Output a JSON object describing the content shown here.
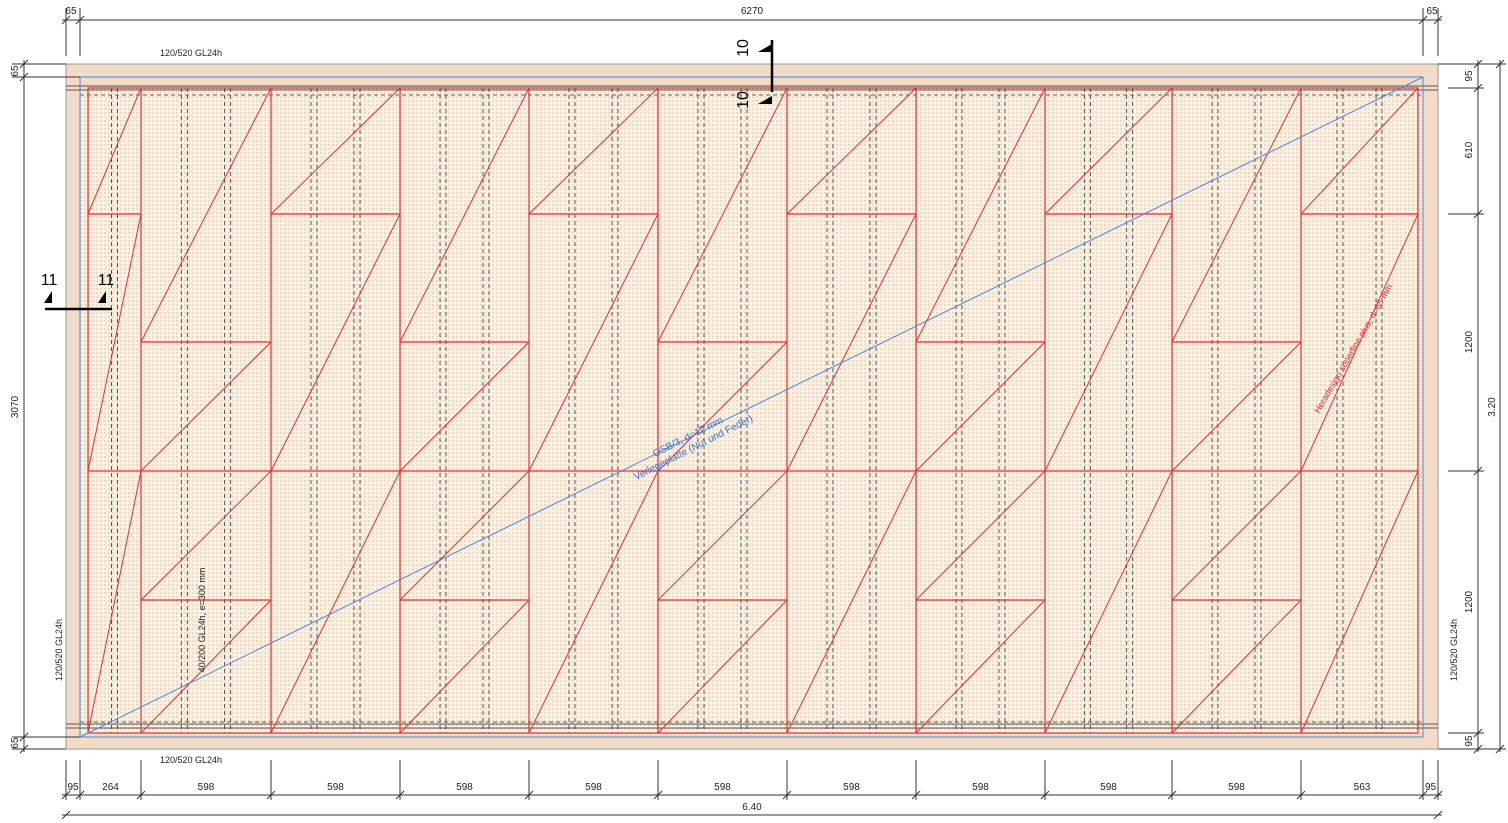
{
  "top_dimension": {
    "left_edge": "65",
    "total": "6270",
    "right_edge": "65"
  },
  "left_dimension": {
    "top": "65",
    "total": "3070",
    "bottom": "65"
  },
  "right_dimension": {
    "segments": [
      "95",
      "610",
      "1200",
      "1200"
    ],
    "total": "3.20",
    "bottom": "95"
  },
  "bottom_dimension": {
    "segments": [
      "95",
      "264",
      "598",
      "598",
      "598",
      "598",
      "598",
      "598",
      "598",
      "598",
      "598",
      "563",
      "95"
    ],
    "total": "6.40"
  },
  "beam_labels": {
    "top": "120/520 GL24h",
    "bottom": "120/520 GL24h",
    "left": "120/520 GL24h",
    "right": "120/520 GL24h"
  },
  "joist_label": "40/200 GL24h, e=300 mm",
  "osb_label": {
    "line1": "OSB/3, d=12 mm",
    "line2": "Verlegeplatte (Nut und Feder)"
  },
  "heradesign_label": "Heradesign superfine plus, d=65 mm",
  "section_markers": {
    "top_a": "10",
    "top_b": "10",
    "left_a": "11",
    "left_b": "11"
  },
  "colors": {
    "panel_fill": "#f2dcc8",
    "red_lines": "#e03030",
    "blue_line": "#4a86e0",
    "dim_lines": "#333333"
  }
}
